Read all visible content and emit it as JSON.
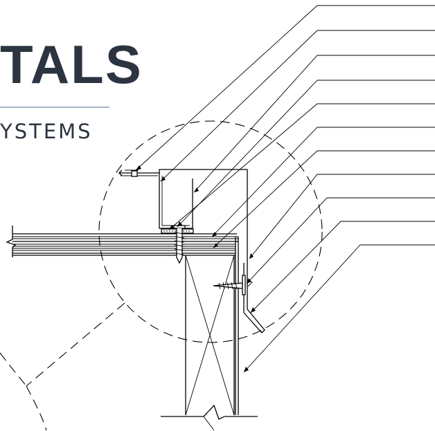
{
  "brand": {
    "title": "TALS",
    "subtitle": "YSTEMS",
    "rule_color": "#8a9bb8",
    "text_color": "#2b3440"
  },
  "drawing": {
    "line_color": "#000000",
    "callout_count": 11
  }
}
